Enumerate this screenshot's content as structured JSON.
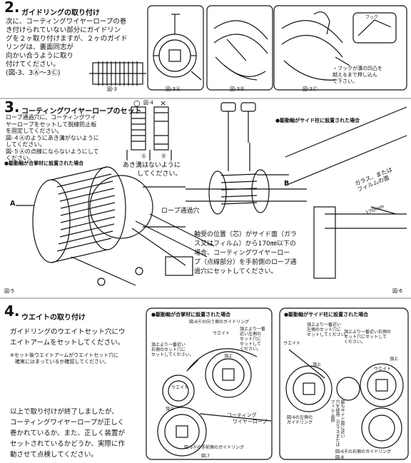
{
  "section2": {
    "number": "2.",
    "title": "ガイドリングの取り付け",
    "body": [
      "次に、コーティングワイヤーロープの巻",
      "き付けられていない部分にガイドリン",
      "グを２ヶ取り付けますが、２ヶのガイド",
      "リングは、裏面同志が",
      "向かい合うように取り",
      "付けてください。",
      "(図-3、3Ⓐ〜3Ⓒ)"
    ],
    "fig_labels": [
      "図-3",
      "図-3Ⓐ",
      "図-3Ⓑ",
      "図-3Ⓒ"
    ],
    "hook_label": "フック",
    "hook_note": [
      "・フックが溝の凹凸を",
      "越えるまで押し込ん",
      "で下さい。"
    ]
  },
  "section3": {
    "number": "3.",
    "title": "コーティングワイヤーロープのセット",
    "body": [
      "ロープ通過穴に、コーティングワイ",
      "ヤーロープをセットして脱線防止板",
      "を固定してください。",
      "図-４Ⓐのようにあき溝がないように",
      "してください。",
      "図-５Ⓐの点線にならないようにして",
      "ください。"
    ],
    "fig4_label": "図-4",
    "fig4_marks": [
      "○",
      "×"
    ],
    "fig4_sub": [
      "Ⓐ",
      "Ⓑ"
    ],
    "gap_note": [
      "あき溝はないように",
      "してください。"
    ],
    "case_a": "●駆動軸が合掌材に設置された場合",
    "case_b": "●駆動軸がサイド柱に設置された場合",
    "rope_hole": "ロープ通過穴",
    "label_A": "A",
    "label_B": "B",
    "glass_label": [
      "ガラス、または",
      "フィルムの面"
    ],
    "dim_label": "170mm",
    "note": [
      "軸受の位置（芯）がサイド面（ガラ",
      "ス又はフィルム）から170㎜以下の",
      "場合、コーティングワイヤーロー",
      "プ（点線部分）を手前側のロープ通",
      "過穴にセットしてください。"
    ],
    "fig5_label": "図-5",
    "fig6_label": "図-6"
  },
  "section4": {
    "number": "4.",
    "title": "ウエイトの取り付け",
    "body": [
      "ガイドリングのウエイトセット穴にウ",
      "エイトアームをセットしてください。"
    ],
    "note": [
      "※セット後ウエイトアームがウエイトセット穴に",
      "　確実にはまっているか確認してください。"
    ],
    "closing": [
      "以上で取り付けが終了しましたが、",
      "コーティングワイヤーロープが正しく",
      "巻かれているか、また、正しく装置が",
      "セットされているかどうか、実際に作",
      "動させて点検してください。"
    ],
    "fig7": {
      "case": "●駆動軸が合掌材に設置された場合",
      "sub_top": "図-6Ⓐの向う側のガイドリング",
      "callout_left": [
        "頂上より一番近い",
        "右側のセット穴に",
        "セットしてください。"
      ],
      "callout_right": [
        "頂上より一番",
        "近い左側の",
        "セット穴に",
        "セットして",
        "ください。"
      ],
      "weight": "ウエイト",
      "top": "頂上",
      "rope": [
        "コーティング",
        "ワイヤーロープ"
      ],
      "caption": "図-5Ⓐの手前側のガイドリング",
      "fig_label": "図-7"
    },
    "fig8": {
      "case": "●駆動軸がサイド柱に設置された場合",
      "callout_left": [
        "頂上より一番近い",
        "左側のセット穴に",
        "セットしてください。"
      ],
      "callout_right": [
        "頂上より一番近い右側の",
        "セット穴にセットして",
        "ください。"
      ],
      "weight": "ウエイト",
      "top": "頂上",
      "left_caption": [
        "図-6の左側の",
        "ガイドリング"
      ],
      "vertical_note": [
        "最もサイド面に近い",
        "穴を使用（ガラスまたは",
        "フィルム面）"
      ],
      "caption": "図-6Ⓑの右側のガイドリング",
      "fig_label": "図-8"
    }
  }
}
